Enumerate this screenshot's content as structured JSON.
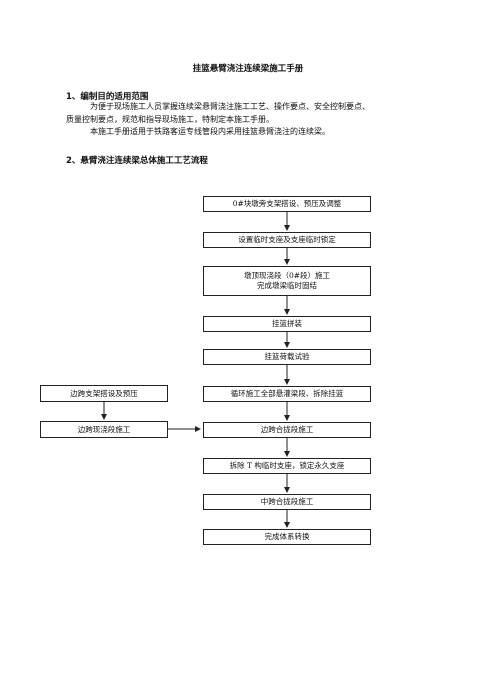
{
  "title": "挂篮悬臂浇注连续梁施工手册",
  "section1": {
    "heading": "1、编制目的适用范围",
    "para1_line1": "为便于现场施工人员掌握连续梁悬臂浇注施工工艺、操作要点、安全控制要点、",
    "para1_line2": "质量控制要点，规范和指导现场施工，特制定本施工手册。",
    "para2": "本施工手册适用于铁路客运专线管段内采用挂篮悬臂浇注的连续梁。"
  },
  "section2": {
    "heading": "2、悬臂浇注连续梁总体施工工艺流程"
  },
  "flowchart": {
    "main_steps": [
      "0#块墩旁支架搭设、预压及调整",
      "设置临时支座及支座临时锁定",
      "墩顶现浇段（0#段）施工\n完成墩梁临时固结",
      "挂篮拼装",
      "挂篮荷载试验",
      "循环施工全部悬灌梁段、拆除挂篮",
      "边跨合拢段施工",
      "拆除 T 构临时支座，锁定永久支座",
      "中跨合拢段施工",
      "完成体系转换"
    ],
    "side_steps": [
      "边跨支架搭设及预压",
      "边跨现浇段施工"
    ]
  }
}
